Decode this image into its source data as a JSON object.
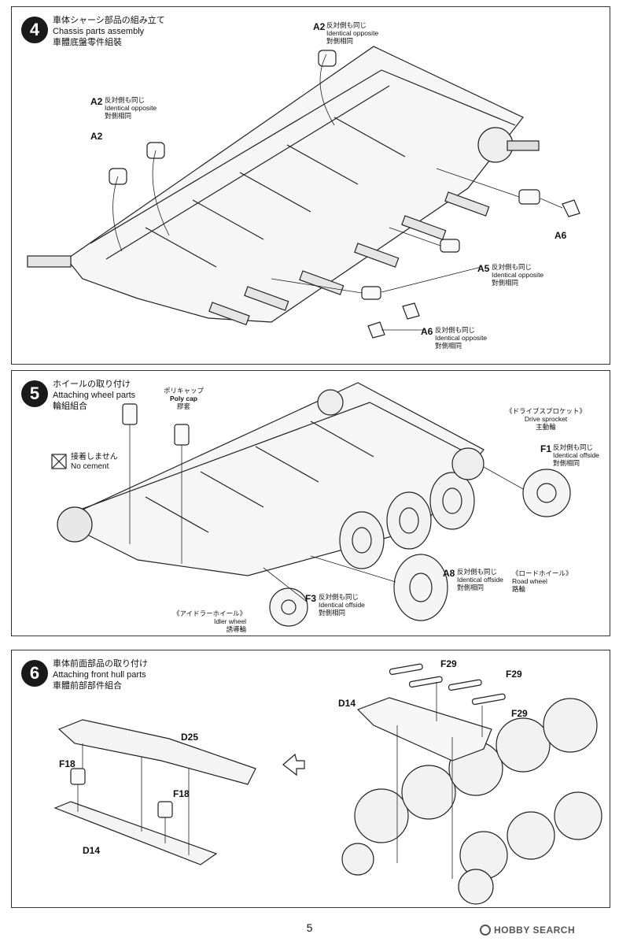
{
  "steps": [
    {
      "number": "4",
      "title_jp": "車体シャーシ部品の組み立て",
      "title_en": "Chassis parts assembly",
      "title_zh": "車體底盤零件組裝",
      "parts": [
        {
          "code": "A2",
          "jp": "反対側も同じ",
          "en": "Identical opposite",
          "zh": "對側相同"
        },
        {
          "code": "A2",
          "jp": "反対側も同じ",
          "en": "Identical opposite",
          "zh": "對側相同"
        },
        {
          "code": "A2",
          "jp": "",
          "en": "",
          "zh": ""
        },
        {
          "code": "A6",
          "jp": "",
          "en": "",
          "zh": ""
        },
        {
          "code": "A5",
          "jp": "反対側も同じ",
          "en": "Identical opposite",
          "zh": "對側相同"
        },
        {
          "code": "A6",
          "jp": "反対側も同じ",
          "en": "Identical opposite",
          "zh": "對側相同"
        }
      ]
    },
    {
      "number": "5",
      "title_jp": "ホイールの取り付け",
      "title_en": "Attaching wheel parts",
      "title_zh": "輪組組合",
      "polycap": {
        "jp": "ポリキャップ",
        "en": "Poly cap",
        "zh": "膠套"
      },
      "no_cement": {
        "jp": "接着しません",
        "en": "No cement"
      },
      "drive_sprocket": {
        "jp": "《ドライブスプロケット》",
        "en": "Drive sprocket",
        "zh": "主動輪"
      },
      "road_wheel": {
        "jp": "《ロードホイール》",
        "en": "Road wheel",
        "zh": "路輪"
      },
      "idler_wheel": {
        "jp": "《アイドラーホイール》",
        "en": "Idler wheel",
        "zh": "誘導輪"
      },
      "parts": [
        {
          "code": "F1",
          "jp": "反対側も同じ",
          "en": "Identical offside",
          "zh": "對側相同"
        },
        {
          "code": "A8",
          "jp": "反対側も同じ",
          "en": "Identical offside",
          "zh": "對側相同"
        },
        {
          "code": "F3",
          "jp": "反対側も同じ",
          "en": "Identical offside",
          "zh": "對側相同"
        }
      ]
    },
    {
      "number": "6",
      "title_jp": "車体前面部品の取り付け",
      "title_en": "Attaching front hull parts",
      "title_zh": "車體前部部件組合",
      "parts": [
        "D25",
        "F18",
        "F18",
        "D14",
        "D14",
        "F29",
        "F29",
        "F29"
      ]
    }
  ],
  "page_number": "5",
  "watermark": "HOBBY SEARCH"
}
